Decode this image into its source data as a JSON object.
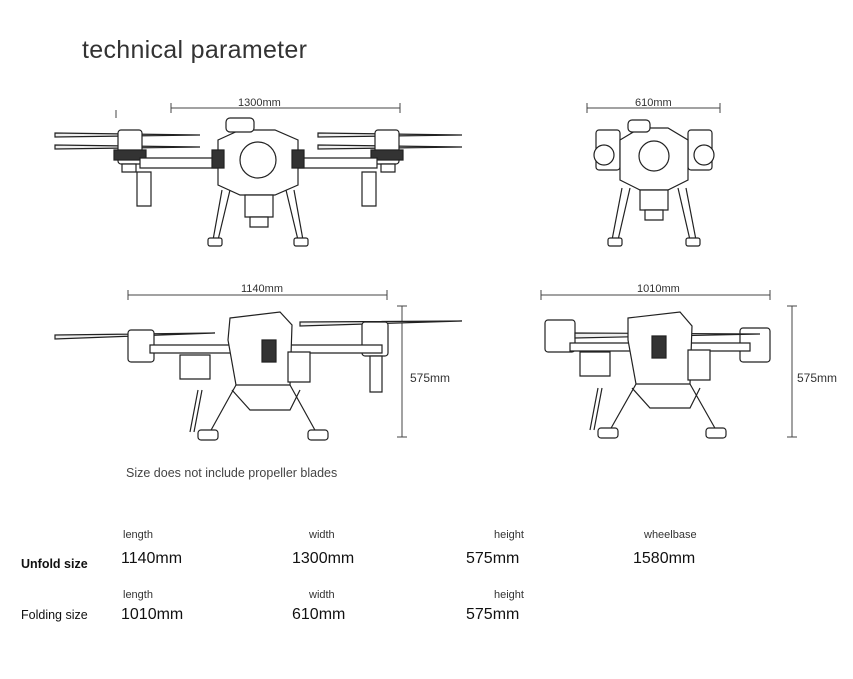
{
  "title": "technical parameter",
  "views": {
    "unfold_top": {
      "dimension": "1300mm"
    },
    "fold_top": {
      "dimension": "610mm"
    },
    "unfold_side": {
      "width_dimension": "1140mm",
      "height_dimension": "575mm"
    },
    "fold_side": {
      "width_dimension": "1010mm",
      "height_dimension": "575mm"
    }
  },
  "note": "Size does not include propeller blades",
  "specs": {
    "unfold": {
      "label": "Unfold size",
      "length_label": "length",
      "length": "1140mm",
      "width_label": "width",
      "width": "1300mm",
      "height_label": "height",
      "height": "575mm",
      "wheelbase_label": "wheelbase",
      "wheelbase": "1580mm"
    },
    "folding": {
      "label": "Folding size",
      "length_label": "length",
      "length": "1010mm",
      "width_label": "width",
      "width": "610mm",
      "height_label": "height",
      "height": "575mm"
    }
  }
}
